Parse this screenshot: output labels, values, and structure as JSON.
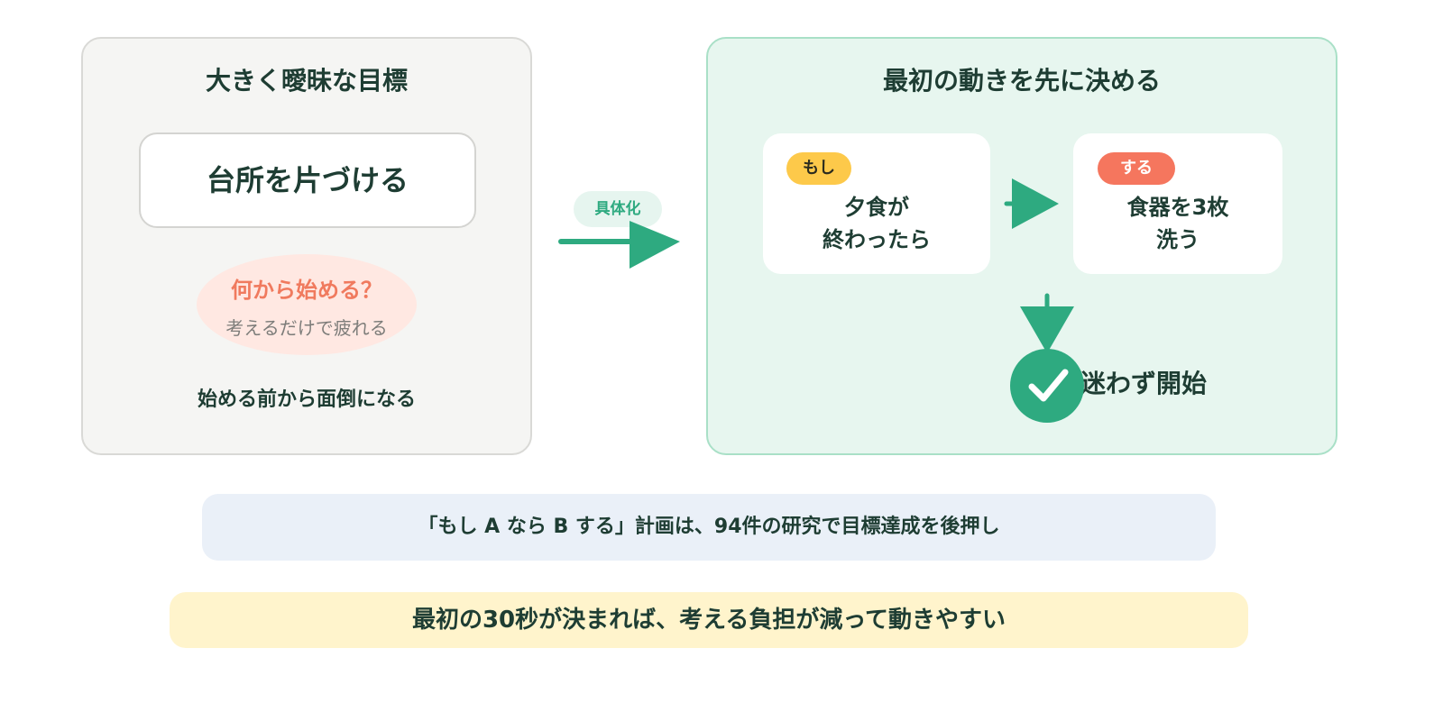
{
  "left": {
    "title": "大きく曖昧な目標",
    "goal": "台所を片づける",
    "question": "何から始める？",
    "question_sub": "考えるだけで疲れる",
    "bottom": "始める前から面倒になる"
  },
  "middle": {
    "label": "具体化"
  },
  "right": {
    "title": "最初の動きを先に決める",
    "if_badge": "もし",
    "if_line1": "夕食が",
    "if_line2": "終わったら",
    "then_badge": "する",
    "then_line1": "食器を3枚",
    "then_line2": "洗う",
    "result": "迷わず開始"
  },
  "banners": {
    "research": "「もし A なら B する」計画は、94件の研究で目標達成を後押し",
    "summary": "最初の30秒が決まれば、考える負担が減って動きやすい"
  },
  "colors": {
    "accent_green": "#2eaa80",
    "badge_yellow": "#fdc94a",
    "badge_red": "#f5765e",
    "question_red": "#f07a5e",
    "text_dark": "#1e3d33"
  }
}
